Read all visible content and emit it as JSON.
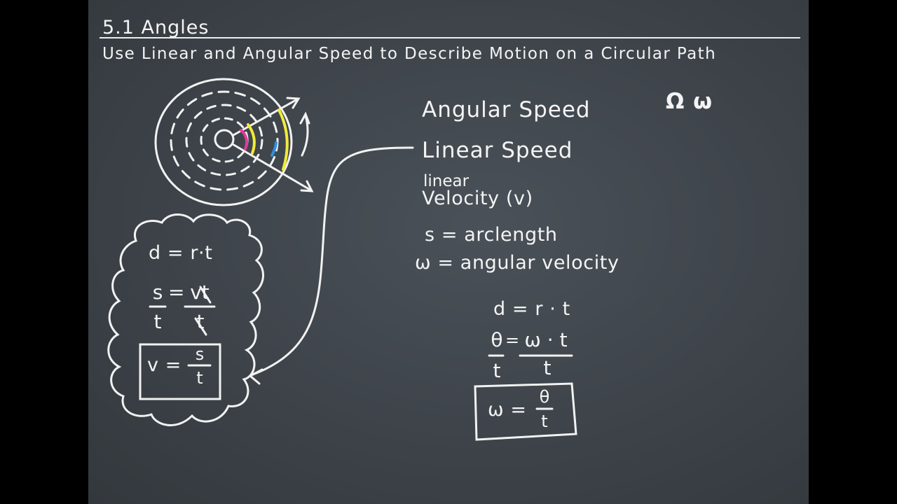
{
  "header": {
    "title": "5.1 Angles",
    "subtitle": "Use Linear and Angular Speed to Describe Motion on a Circular Path"
  },
  "notes": {
    "angular_speed": "Angular Speed",
    "linear_speed": "Linear Speed",
    "linear": "linear",
    "velocity_v": "Velocity (v)",
    "s_def": "s = arclength",
    "omega_def": "ω = angular velocity",
    "symbols": "Ω ω"
  },
  "cloud": {
    "eq1": "d = r·t",
    "frac_s": "s",
    "eq_sign": "=",
    "frac_vt": "vt",
    "den_t1": "t",
    "den_t2": "t",
    "box_v": "v =",
    "box_num": "s",
    "box_den": "t"
  },
  "derivation": {
    "eq1": "d = r · t",
    "theta": "θ",
    "eq_sign": "=",
    "omega_t": "ω · t",
    "den_t1": "t",
    "den_t2": "t",
    "box_omega": "ω =",
    "box_num": "θ",
    "box_den": "t"
  },
  "colors": {
    "chalkboard": "#3d4349",
    "chalk": "#f4f4f4",
    "magenta": "#e0399c",
    "yellow": "#f2ea3a",
    "blue": "#2f8fe0"
  }
}
